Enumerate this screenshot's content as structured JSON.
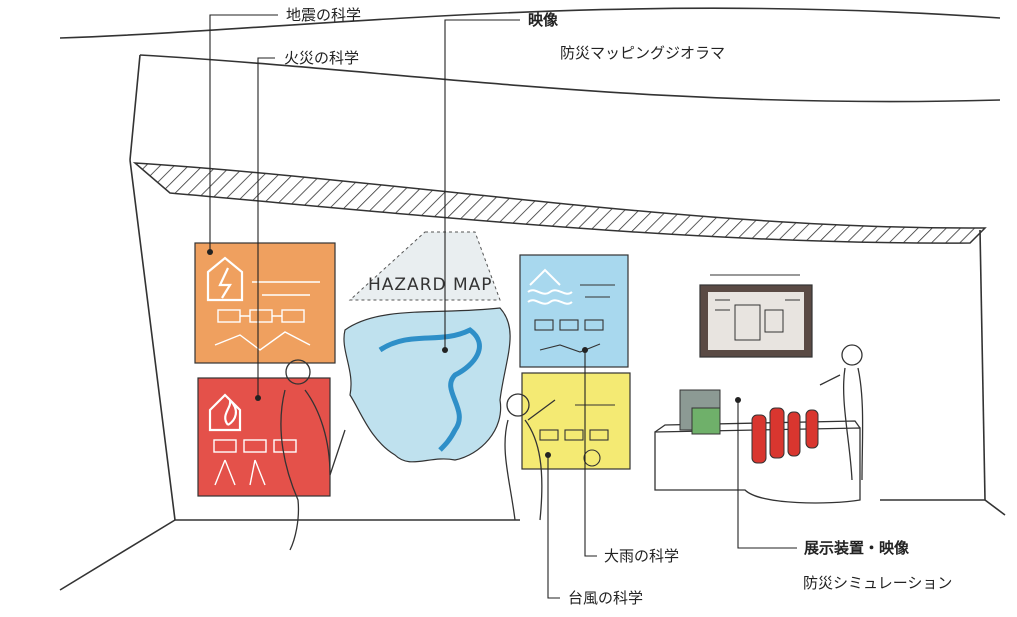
{
  "labels": {
    "earthquake_science": "地震の科学",
    "fire_science": "火災の科学",
    "video_heading": "映像",
    "mapping_diorama": "防災マッピングジオラマ",
    "heavy_rain_science": "大雨の科学",
    "display_video_heading": "展示装置・映像",
    "disaster_simulation": "防災シミュレーション",
    "typhoon_science": "台風の科学"
  },
  "panels": {
    "hazard_map_title": "HAZARD MAP"
  },
  "colors": {
    "earthquake_panel": "#EFA05F",
    "fire_panel": "#E4514A",
    "hazard_map_water": "#BFE1EE",
    "hazard_map_river": "#2E8FC8",
    "rain_panel": "#A8D8EE",
    "typhoon_panel": "#F4EA73",
    "extinguisher": "#D9362F",
    "monitor_frame": "#5a4a44"
  },
  "icons": [
    "earthquake-icon",
    "fire-icon",
    "wave-icon",
    "fire-extinguisher-icon"
  ]
}
